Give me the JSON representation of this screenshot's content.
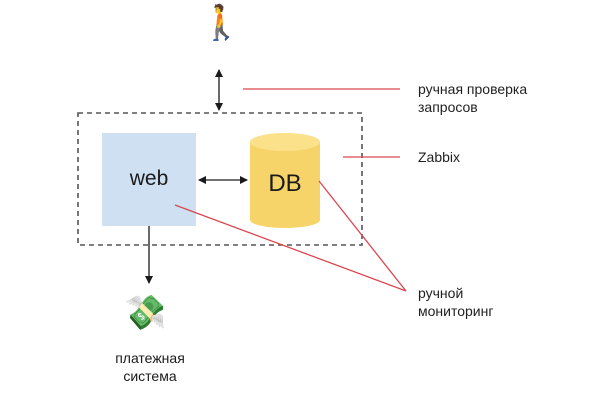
{
  "diagram": {
    "nodes": {
      "user": {
        "icon": "walking-person-icon",
        "glyph": "🚶"
      },
      "web": {
        "label": "web",
        "color": "#cfe0f3"
      },
      "db": {
        "label": "DB",
        "color": "#f7d46a",
        "top_color": "#fae18a"
      },
      "payment": {
        "icon": "money-with-wings-icon",
        "glyph": "💸",
        "label_line1": "платежная",
        "label_line2": "система"
      }
    },
    "annotations": {
      "manual_request_check": {
        "line1": "ручная проверка",
        "line2": "запросов"
      },
      "zabbix": {
        "line1": "Zabbix"
      },
      "manual_monitoring": {
        "line1": "ручной",
        "line2": "мониторинг"
      }
    },
    "edges": [
      {
        "from": "user",
        "to": "system",
        "type": "bidirectional"
      },
      {
        "from": "web",
        "to": "db",
        "type": "bidirectional"
      },
      {
        "from": "web",
        "to": "payment",
        "type": "directed"
      }
    ],
    "colors": {
      "callout": "#d9474f",
      "arrow": "#1a1a1a",
      "dashed_border": "#555555"
    }
  }
}
